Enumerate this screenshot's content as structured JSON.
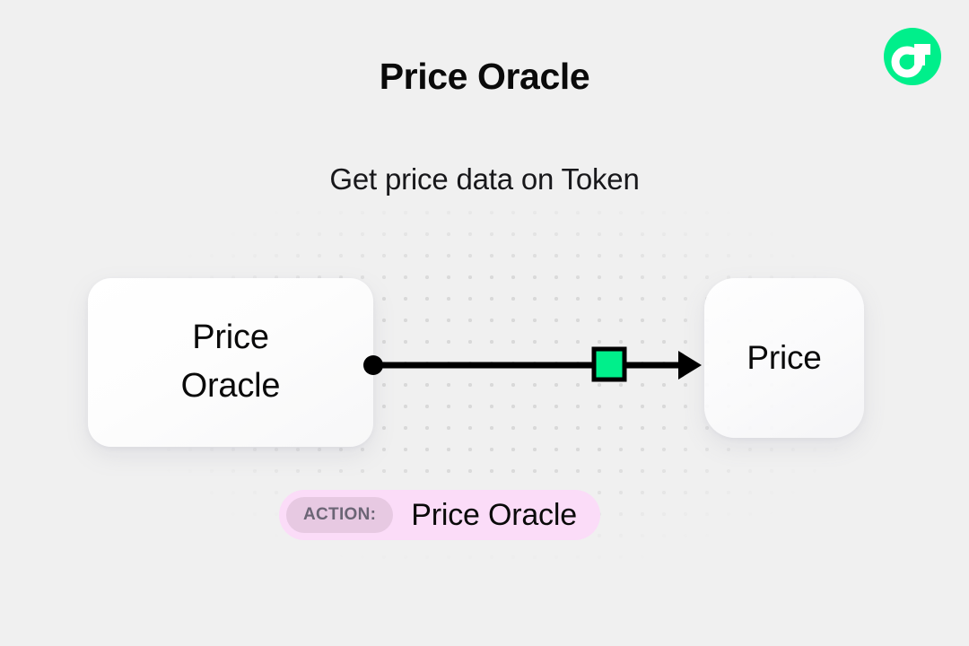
{
  "header": {
    "title": "Price Oracle",
    "subtitle": "Get price data on Token",
    "logo_icon": "flow-logo-icon"
  },
  "diagram": {
    "source_node": {
      "line1": "Price",
      "line2": "Oracle",
      "name": "Price Oracle"
    },
    "target_node": {
      "label": "Price"
    },
    "connector": {
      "start_icon": "connector-dot-icon",
      "midpoint_icon": "connector-square-icon",
      "end_icon": "arrow-head-icon"
    }
  },
  "action_badge": {
    "chip_label": "ACTION:",
    "value": "Price Oracle"
  },
  "colors": {
    "accent_green": "#00ef8b",
    "badge_background": "#fbdcf8",
    "chip_background": "#e7c9e2",
    "chip_text": "#6b6575",
    "page_background": "#f0f0f0",
    "dot_grid": "#d9d9d9",
    "connector_stroke": "#000000"
  }
}
